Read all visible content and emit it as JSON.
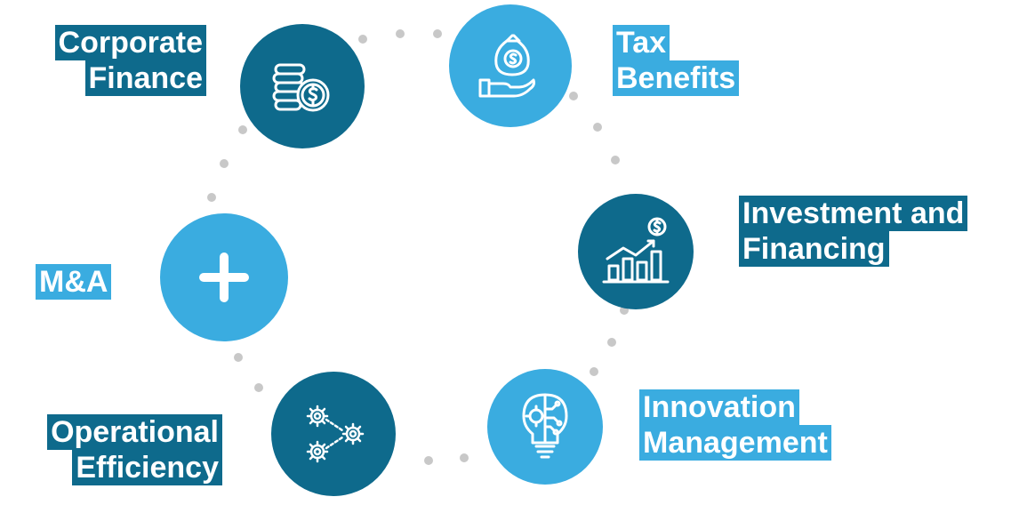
{
  "colors": {
    "dark": "#0e6a8c",
    "light": "#3aace0",
    "dot": "#c8c8c8"
  },
  "nodes": {
    "corporate_finance": {
      "icon": "coins-dollar-icon",
      "lines": [
        "Corporate ",
        "Finance"
      ]
    },
    "tax_benefits": {
      "icon": "money-bag-hand-icon",
      "lines": [
        "Tax",
        "Benefits"
      ]
    },
    "investment_financing": {
      "icon": "growth-chart-icon",
      "lines": [
        "Investment and",
        "Financing"
      ]
    },
    "innovation_management": {
      "icon": "lightbulb-gear-icon",
      "lines": [
        "Innovation ",
        "Management"
      ]
    },
    "operational_efficiency": {
      "icon": "gears-network-icon",
      "lines": [
        "Operational ",
        "Efficiency"
      ]
    },
    "ma": {
      "icon": "plus-icon",
      "lines": [
        "M&A"
      ]
    }
  }
}
